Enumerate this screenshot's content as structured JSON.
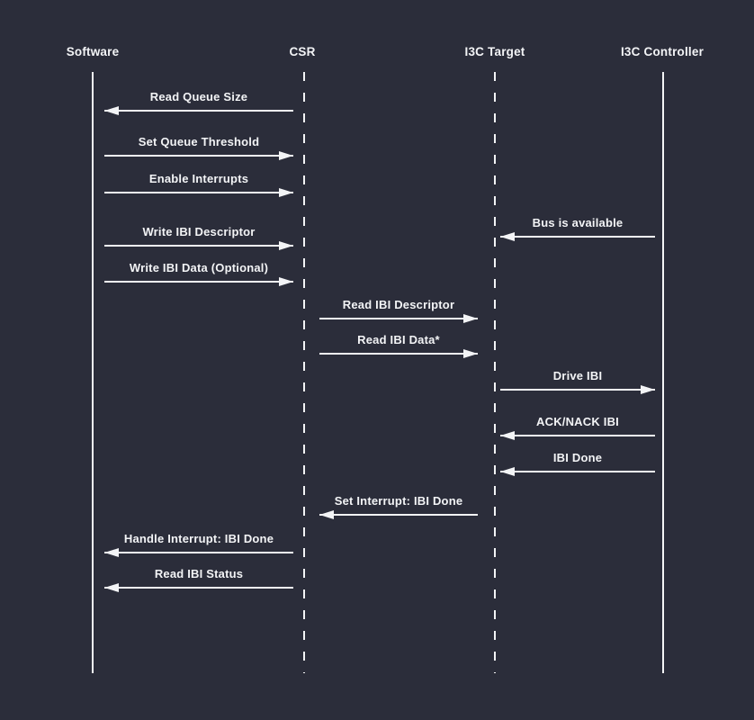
{
  "colors": {
    "background": "#2b2d3a",
    "foreground": "#f3f4f6"
  },
  "diagram_type": "sequence-diagram",
  "actors": [
    {
      "name": "Software",
      "lifeline": "solid"
    },
    {
      "name": "CSR",
      "lifeline": "dashed"
    },
    {
      "name": "I3C Target",
      "lifeline": "dashed"
    },
    {
      "name": "I3C Controller",
      "lifeline": "solid"
    }
  ],
  "messages": [
    {
      "label": "Read Queue Size",
      "from": "CSR",
      "to": "Software",
      "direction": "left"
    },
    {
      "label": "Set Queue Threshold",
      "from": "Software",
      "to": "CSR",
      "direction": "right"
    },
    {
      "label": "Enable Interrupts",
      "from": "Software",
      "to": "CSR",
      "direction": "right"
    },
    {
      "label": "Bus is available",
      "from": "I3C Controller",
      "to": "I3C Target",
      "direction": "left"
    },
    {
      "label": "Write IBI Descriptor",
      "from": "Software",
      "to": "CSR",
      "direction": "right"
    },
    {
      "label": "Write IBI Data (Optional)",
      "from": "Software",
      "to": "CSR",
      "direction": "right"
    },
    {
      "label": "Read IBI Descriptor",
      "from": "CSR",
      "to": "I3C Target",
      "direction": "right"
    },
    {
      "label": "Read IBI Data*",
      "from": "CSR",
      "to": "I3C Target",
      "direction": "right"
    },
    {
      "label": "Drive IBI",
      "from": "I3C Target",
      "to": "I3C Controller",
      "direction": "right"
    },
    {
      "label": "ACK/NACK IBI",
      "from": "I3C Controller",
      "to": "I3C Target",
      "direction": "left"
    },
    {
      "label": "IBI Done",
      "from": "I3C Controller",
      "to": "I3C Target",
      "direction": "left"
    },
    {
      "label": "Set Interrupt: IBI Done",
      "from": "I3C Target",
      "to": "CSR",
      "direction": "left"
    },
    {
      "label": "Handle Interrupt: IBI Done",
      "from": "CSR",
      "to": "Software",
      "direction": "left"
    },
    {
      "label": "Read IBI Status",
      "from": "CSR",
      "to": "Software",
      "direction": "left"
    }
  ]
}
